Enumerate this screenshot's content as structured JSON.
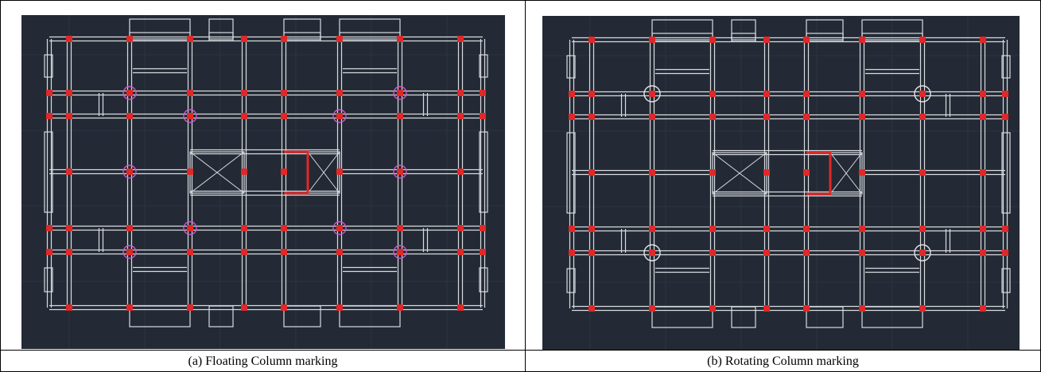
{
  "figure": {
    "panels": [
      {
        "id": "a",
        "caption": "(a) Floating Column marking",
        "marker_color": "#cc55cc"
      },
      {
        "id": "b",
        "caption": "(b) Rotating Column marking",
        "marker_color": "#e6e6e6"
      }
    ],
    "colors": {
      "canvas": "#232a35",
      "wall": "#d9dce0",
      "column": "#e12828"
    }
  }
}
